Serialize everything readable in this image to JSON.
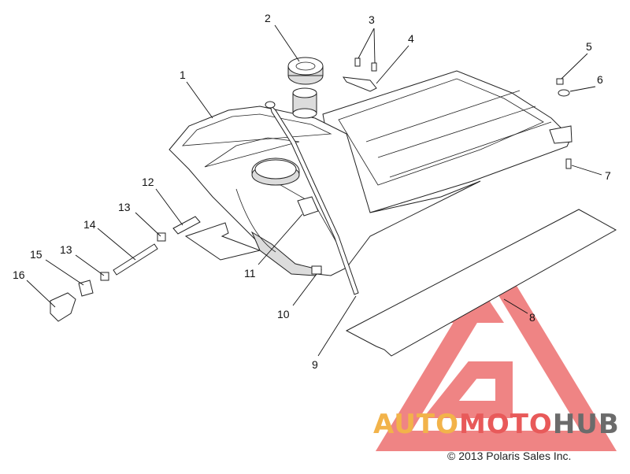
{
  "callouts": [
    "1",
    "2",
    "3",
    "4",
    "5",
    "6",
    "7",
    "8",
    "9",
    "10",
    "11",
    "12",
    "13",
    "13",
    "14",
    "15",
    "16"
  ],
  "watermark": {
    "part1": "AUTO",
    "part2": "MOTO",
    "part3": "HUB",
    "color_orange": "#f2b34a",
    "color_red": "#e85a5a",
    "color_dark": "#6b6b6b"
  },
  "copyright": "© 2013 Polaris Sales Inc."
}
